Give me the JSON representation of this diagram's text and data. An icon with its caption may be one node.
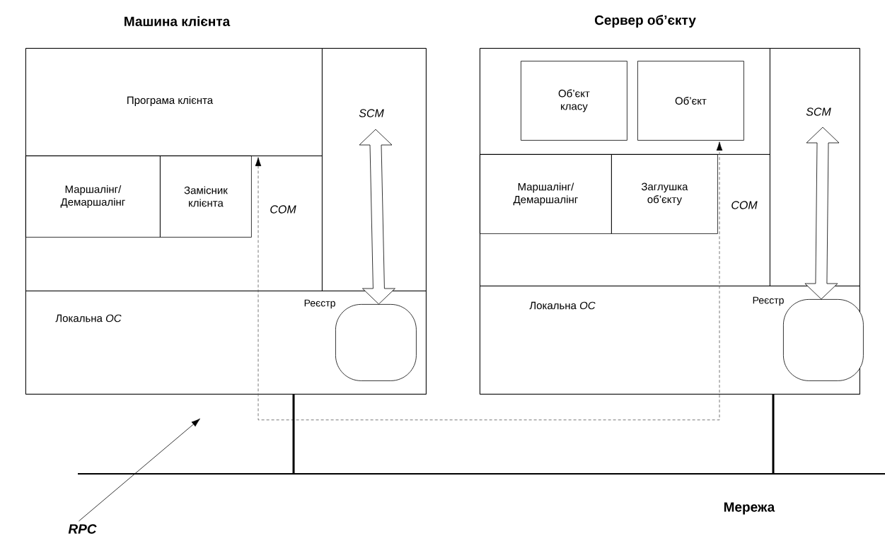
{
  "diagram": {
    "nodes": [
      {
        "text": [
          "Машина клієнта"
        ]
      },
      {
        "text": [
          "Програма клієнта"
        ],
        "in": 0
      },
      {
        "text": [
          "COM"
        ],
        "in": 0
      },
      {
        "text": [
          "Маршалінг/ Демаршалінг"
        ],
        "in": 2
      },
      {
        "text": [
          "Замісник клієнта"
        ],
        "in": 2
      },
      {
        "text": [
          "SCM"
        ],
        "in": 0
      },
      {
        "text": [
          "Локальна *ОС*"
        ],
        "in": 0
      },
      {
        "text": [
          "Реєстр"
        ],
        "in": 6
      },
      {
        "text": [
          "Сервер об’єкту"
        ]
      },
      {
        "text": [],
        "shape": "box",
        "in": 8
      },
      {
        "text": [
          "Об’єкт класу"
        ],
        "in": 9
      },
      {
        "text": [
          "Об’єкт"
        ],
        "in": 9
      },
      {
        "text": [
          "COM"
        ],
        "in": 8
      },
      {
        "text": [
          "Маршалінг/ Демаршалінг"
        ],
        "in": 12
      },
      {
        "text": [
          "Заглушка об’єкту"
        ],
        "in": 12
      },
      {
        "text": [
          "SCM"
        ],
        "in": 8
      },
      {
        "text": [
          "Локальна *ОС*"
        ],
        "in": 8
      },
      {
        "text": [
          "Реєстр"
        ],
        "in": 16
      },
      {
        "text": [],
        "shape": "bar",
        "beside": [
          "Мережа"
        ]
      },
      {
        "text": [
          "RPC"
        ]
      }
    ],
    "edges": [
      {
        "from": 1,
        "to": 11,
        "arrow": "both",
        "style": "dashed",
        "color": "#555555"
      },
      {
        "from": 5,
        "to": 7,
        "arrow": "both"
      },
      {
        "from": 15,
        "to": 17,
        "arrow": "both"
      },
      {
        "from": 0,
        "to": 18,
        "arrow": "none",
        "style": "thick"
      },
      {
        "from": 8,
        "to": 18,
        "arrow": "none",
        "style": "thick"
      },
      {
        "from": 19,
        "to": null,
        "arrow": "to"
      }
    ]
  }
}
